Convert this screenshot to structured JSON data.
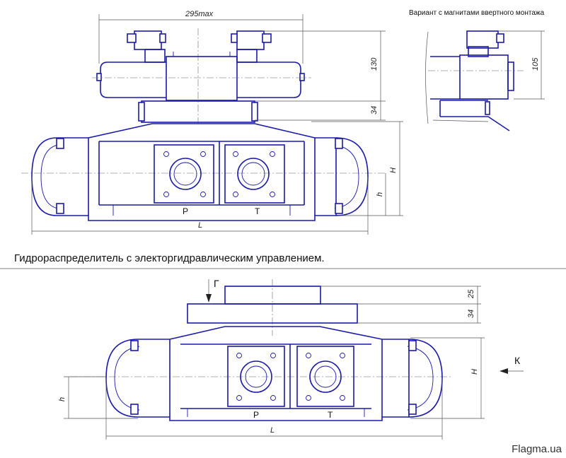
{
  "caption": "Гидрораспределитель с электоргидравлическим управлением.",
  "variant_note": "Вариант с магнитами ввертного монтажа",
  "dimensions": {
    "top_width": "295max",
    "height_130": "130",
    "height_34": "34",
    "height_105": "105",
    "H": "H",
    "h": "h",
    "L": "L",
    "bottom_25": "25",
    "bottom_34": "34",
    "bottom_H": "H",
    "bottom_h": "h",
    "bottom_L": "L"
  },
  "ports": {
    "p": "P",
    "t": "T"
  },
  "views": {
    "g": "Г",
    "k": "К"
  },
  "watermark": "Flagma.ua",
  "colors": {
    "line": "#1a1aaa",
    "dimension": "#555555"
  }
}
